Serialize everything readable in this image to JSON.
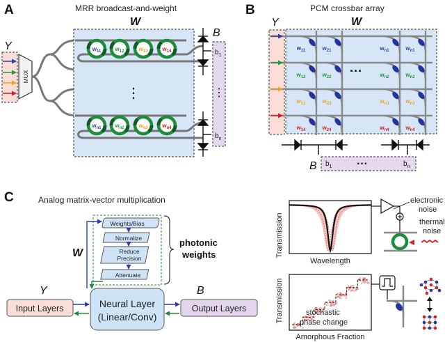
{
  "panels": {
    "a": {
      "letter": "A",
      "title": "MRR broadcast-and-weight",
      "matrix_symbol": "W",
      "input_symbol": "Y",
      "bias_symbol": "B",
      "mux_label": "MUX",
      "dots": "⋮",
      "bias_top": "b",
      "bias_top_sub": "1",
      "bias_bottom": "b",
      "bias_bottom_sub": "n",
      "row1": [
        "w11",
        "w12",
        "w13",
        "w14"
      ],
      "row2": [
        "wn1",
        "wn2",
        "wn3",
        "wn4"
      ],
      "input_colors": [
        "#2b3fa6",
        "#1e9a3a",
        "#f0a21e",
        "#cc2222"
      ]
    },
    "b": {
      "letter": "B",
      "title": "PCM crossbar array",
      "matrix_symbol": "W",
      "input_symbol": "Y",
      "bias_symbol": "B",
      "dots": "···",
      "bias_left": "b",
      "bias_left_sub": "1",
      "bias_right": "b",
      "bias_right_sub": "n",
      "left_cells": [
        [
          "w11",
          "w21"
        ],
        [
          "w12",
          "w22"
        ],
        [
          "w13",
          "w23"
        ],
        [
          "w14",
          "w24"
        ]
      ],
      "right_cells": [
        [
          "wn1",
          "wn1"
        ],
        [
          "wn2",
          "wn2"
        ],
        [
          "wn3",
          "wn3"
        ],
        [
          "wn4",
          "wn4"
        ]
      ]
    },
    "c": {
      "letter": "C",
      "title": "Analog matrix-vector multiplication",
      "matrix_symbol": "W",
      "input_symbol": "Y",
      "bias_symbol": "B",
      "steps": [
        "Weights/Bias",
        "Normalize",
        "Reduce\nPrecision",
        "Attenuate"
      ],
      "photonic_label_1": "photonic",
      "photonic_label_2": "weights",
      "input_layers": "Input Layers",
      "neural_layer_1": "Neural Layer",
      "neural_layer_2": "(Linear/Conv)",
      "output_layers": "Output Layers",
      "plot1_ylabel": "Transmission",
      "plot1_xlabel": "Wavelength",
      "electronic_noise_1": "electronic",
      "electronic_noise_2": "noise",
      "thermal_noise_1": "thermal",
      "thermal_noise_2": "noise",
      "plot2_ylabel": "Transmission",
      "plot2_xlabel": "Amorphous Fraction",
      "stochastic_1": "stochastic",
      "stochastic_2": "phase change"
    }
  },
  "colors": {
    "matrix_fill": "#d6e6f7",
    "bias_fill": "#e4d9ee",
    "input_fill": "#f9ddd6",
    "ring_green": "#1e8c3a",
    "pcm_blue": "#2433a0",
    "neural_fill": "#cfe3f6",
    "output_fill": "#e1d6ec",
    "curve_red": "#e07070"
  }
}
